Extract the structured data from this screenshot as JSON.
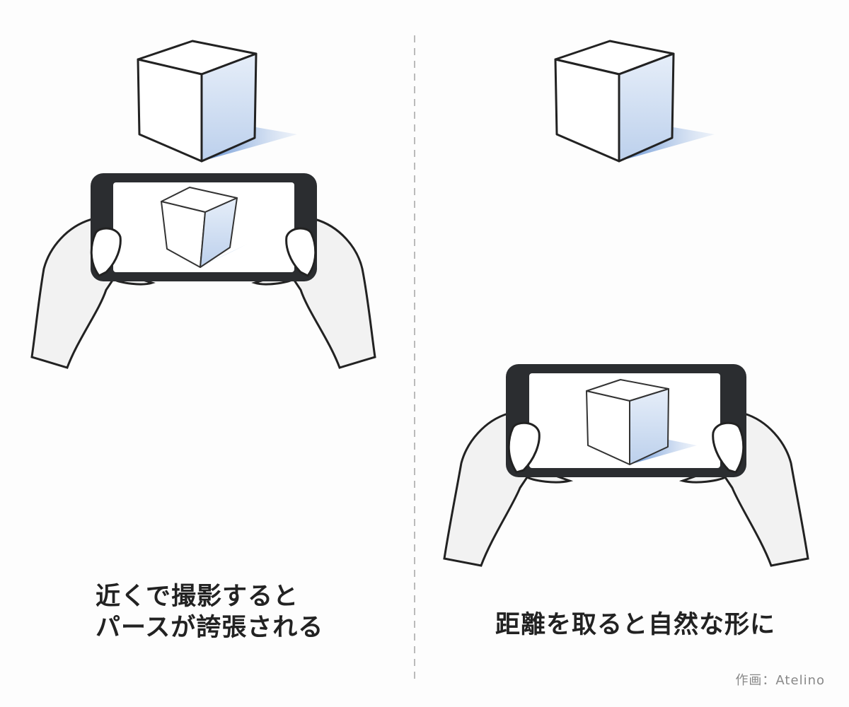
{
  "left_panel": {
    "caption_line1": "近くで撮影すると",
    "caption_line2": "パースが誇張される"
  },
  "right_panel": {
    "caption": "距離を取ると自然な形に"
  },
  "credit": "作画：Atelino",
  "colors": {
    "outline": "#222222",
    "cube_shade": "#c9d9ef",
    "shadow": "#6f9ad6",
    "phone": "#2b2d30",
    "divider": "#bbbbbb"
  }
}
